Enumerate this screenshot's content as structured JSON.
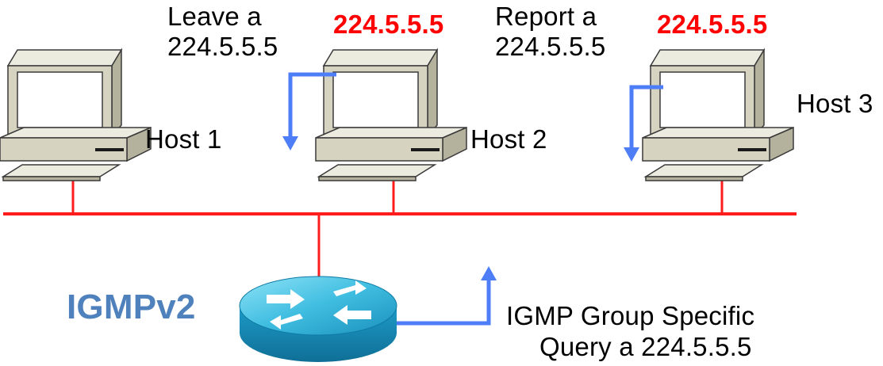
{
  "hosts": [
    {
      "name": "Host 1"
    },
    {
      "name": "Host 2"
    },
    {
      "name": "Host 3"
    }
  ],
  "messages": {
    "leave_line1": "Leave a",
    "leave_line2": "224.5.5.5",
    "report_line1": "Report a",
    "report_line2": "224.5.5.5",
    "group_host2": "224.5.5.5",
    "group_host3": "224.5.5.5",
    "query_line1": "IGMP Group Specific",
    "query_line2": "Query a 224.5.5.5"
  },
  "router": {
    "label": "IGMPv2"
  },
  "colors": {
    "lan": "#ff0000",
    "arrow": "#4d7ef7",
    "group": "#ff0000",
    "router_label": "#4f81bd",
    "router_fill": "#2aa6cf",
    "computer_body": "#d6d3c0"
  }
}
